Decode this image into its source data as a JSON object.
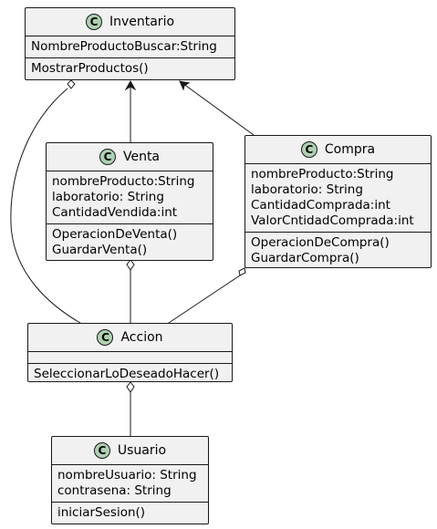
{
  "classes": {
    "inventario": {
      "name": "Inventario",
      "badge": "C",
      "attributes": [
        "NombreProductoBuscar:String"
      ],
      "methods": [
        "MostrarProductos()"
      ]
    },
    "venta": {
      "name": "Venta",
      "badge": "C",
      "attributes": [
        "nombreProducto:String",
        "laboratorio: String",
        "CantidadVendida:int"
      ],
      "methods": [
        "OperacionDeVenta()",
        "GuardarVenta()"
      ]
    },
    "compra": {
      "name": "Compra",
      "badge": "C",
      "attributes": [
        "nombreProducto:String",
        "laboratorio: String",
        "CantidadComprada:int",
        "ValorCntidadComprada:int"
      ],
      "methods": [
        "OperacionDeCompra()",
        "GuardarCompra()"
      ]
    },
    "accion": {
      "name": "Accion",
      "badge": "C",
      "attributes": [],
      "methods": [
        "SeleccionarLoDeseadoHacer()"
      ]
    },
    "usuario": {
      "name": "Usuario",
      "badge": "C",
      "attributes": [
        "nombreUsuario: String",
        "contrasena: String"
      ],
      "methods": [
        "iniciarSesion()"
      ]
    }
  },
  "relations": [
    {
      "from": "venta",
      "to": "inventario",
      "type": "arrow"
    },
    {
      "from": "compra",
      "to": "inventario",
      "type": "arrow"
    },
    {
      "from": "accion",
      "to": "inventario",
      "type": "aggregation"
    },
    {
      "from": "accion",
      "to": "venta",
      "type": "aggregation"
    },
    {
      "from": "accion",
      "to": "compra",
      "type": "aggregation"
    },
    {
      "from": "usuario",
      "to": "accion",
      "type": "aggregation"
    }
  ],
  "colors": {
    "box_fill": "#f1f1f1",
    "border": "#181818",
    "badge": "#add1b2"
  }
}
